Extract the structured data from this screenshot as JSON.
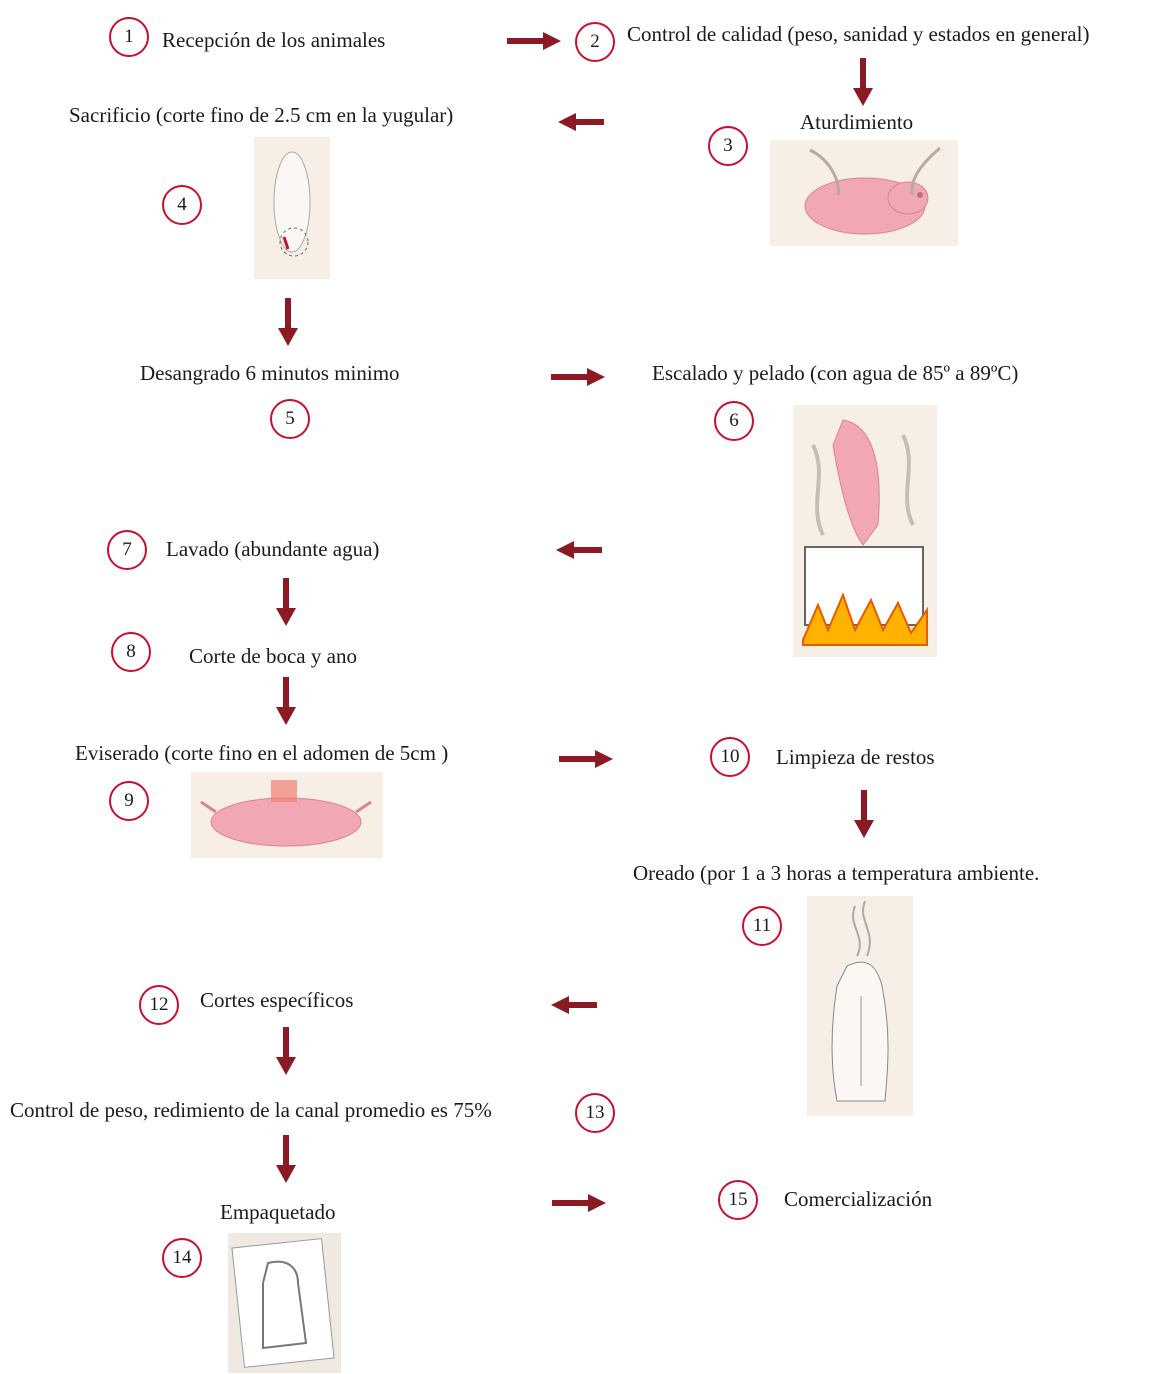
{
  "colors": {
    "accent": "#c8102e",
    "arrow": "#8b1a24"
  },
  "steps": [
    {
      "n": "1",
      "label": "Recepción de los animales"
    },
    {
      "n": "2",
      "label": "Control de calidad (peso, sanidad y estados en general)"
    },
    {
      "n": "3",
      "label": "Aturdimiento"
    },
    {
      "n": "4",
      "label": "Sacrificio (corte fino de 2.5 cm en la yugular)"
    },
    {
      "n": "5",
      "label": "Desangrado 6 minutos minimo"
    },
    {
      "n": "6",
      "label": "Escalado y pelado (con agua  de 85º a 89ºC)"
    },
    {
      "n": "7",
      "label": "Lavado (abundante agua)"
    },
    {
      "n": "8",
      "label": "Corte de boca y ano"
    },
    {
      "n": "9",
      "label": "Eviserado (corte fino en el adomen de 5cm )"
    },
    {
      "n": "10",
      "label": "Limpieza de restos"
    },
    {
      "n": "11",
      "label": "Oreado (por 1 a 3 horas a temperatura ambiente."
    },
    {
      "n": "12",
      "label": "Cortes específicos"
    },
    {
      "n": "13",
      "label": "Control de peso, redimiento de la canal promedio es 75%"
    },
    {
      "n": "14",
      "label": "Empaquetado"
    },
    {
      "n": "15",
      "label": "Comercialización"
    }
  ],
  "illustrations": {
    "fig3": "pig being stunned by hands",
    "fig4": "pig with neck cut marked",
    "fig6": "pig dipped in boiling water over fire",
    "fig9": "pig lying on back with abdomen cut",
    "fig11": "carcass hanging to air",
    "fig14": "packaged carcass"
  }
}
